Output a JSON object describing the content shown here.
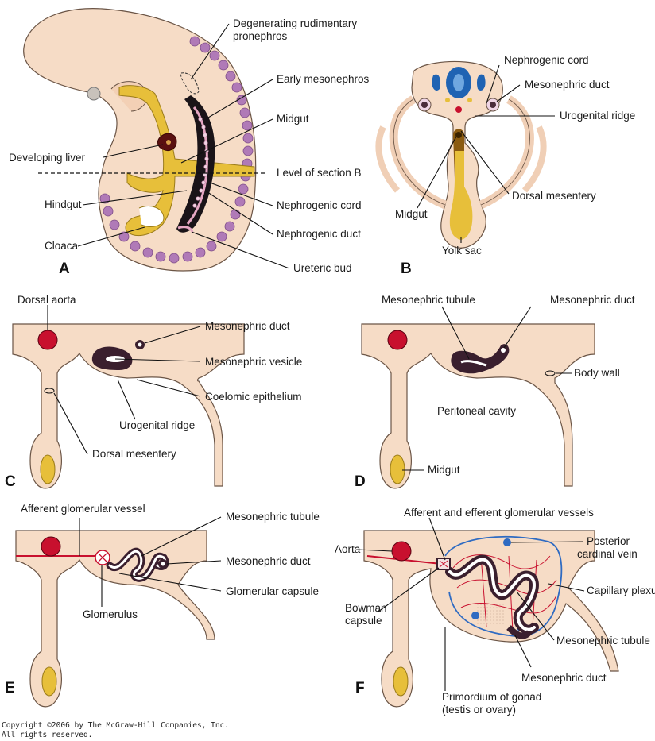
{
  "panels": {
    "a": "A",
    "b": "B",
    "c": "C",
    "d": "D",
    "e": "E",
    "f": "F"
  },
  "labels_a": {
    "pronephros": "Degenerating rudimentary",
    "pronephros2": "pronephros",
    "early_mesonephros": "Early mesonephros",
    "midgut": "Midgut",
    "liver": "Developing liver",
    "section": "Level of section B",
    "hindgut": "Hindgut",
    "nephrogenic_cord": "Nephrogenic cord",
    "nephrogenic_duct": "Nephrogenic duct",
    "cloaca": "Cloaca",
    "ureteric_bud": "Ureteric bud"
  },
  "labels_b": {
    "nephrogenic_cord": "Nephrogenic cord",
    "mesonephric_duct": "Mesonephric duct",
    "urogenital_ridge": "Urogenital ridge",
    "dorsal_mesentery": "Dorsal mesentery",
    "midgut": "Midgut",
    "yolk_sac": "Yolk sac"
  },
  "labels_c": {
    "dorsal_aorta": "Dorsal aorta",
    "mesonephric_duct": "Mesonephric duct",
    "mesonephric_vesicle": "Mesonephric vesicle",
    "coelomic_epithelium": "Coelomic epithelium",
    "urogenital_ridge": "Urogenital ridge",
    "dorsal_mesentery": "Dorsal mesentery"
  },
  "labels_d": {
    "mesonephric_tubule": "Mesonephric tubule",
    "mesonephric_duct": "Mesonephric duct",
    "body_wall": "Body wall",
    "peritoneal_cavity": "Peritoneal cavity",
    "midgut": "Midgut"
  },
  "labels_e": {
    "afferent": "Afferent glomerular vessel",
    "mesonephric_tubule": "Mesonephric tubule",
    "mesonephric_duct": "Mesonephric duct",
    "glomerular_capsule": "Glomerular capsule",
    "glomerulus": "Glomerulus"
  },
  "labels_f": {
    "vessels": "Afferent and efferent glomerular vessels",
    "aorta": "Aorta",
    "posterior_cardinal": "Posterior",
    "posterior_cardinal2": "cardinal vein",
    "capillary_plexus": "Capillary plexus",
    "bowman": "Bowman",
    "bowman2": "capsule",
    "mesonephric_tubule": "Mesonephric tubule",
    "mesonephric_duct": "Mesonephric duct",
    "gonad": "Primordium of gonad",
    "gonad2": "(testis or ovary)"
  },
  "copyright": {
    "line1": "Copyright ©2006 by The McGraw-Hill Companies, Inc.",
    "line2": "All rights reserved."
  },
  "colors": {
    "tissue": "#f6dcc6",
    "tissue_outline": "#6b5546",
    "gut": "#e7bf3a",
    "aorta": "#c8102e",
    "tubule": "#3a1f2e",
    "somite": "#b07ab7",
    "neural_tube": "#1f63b3"
  }
}
